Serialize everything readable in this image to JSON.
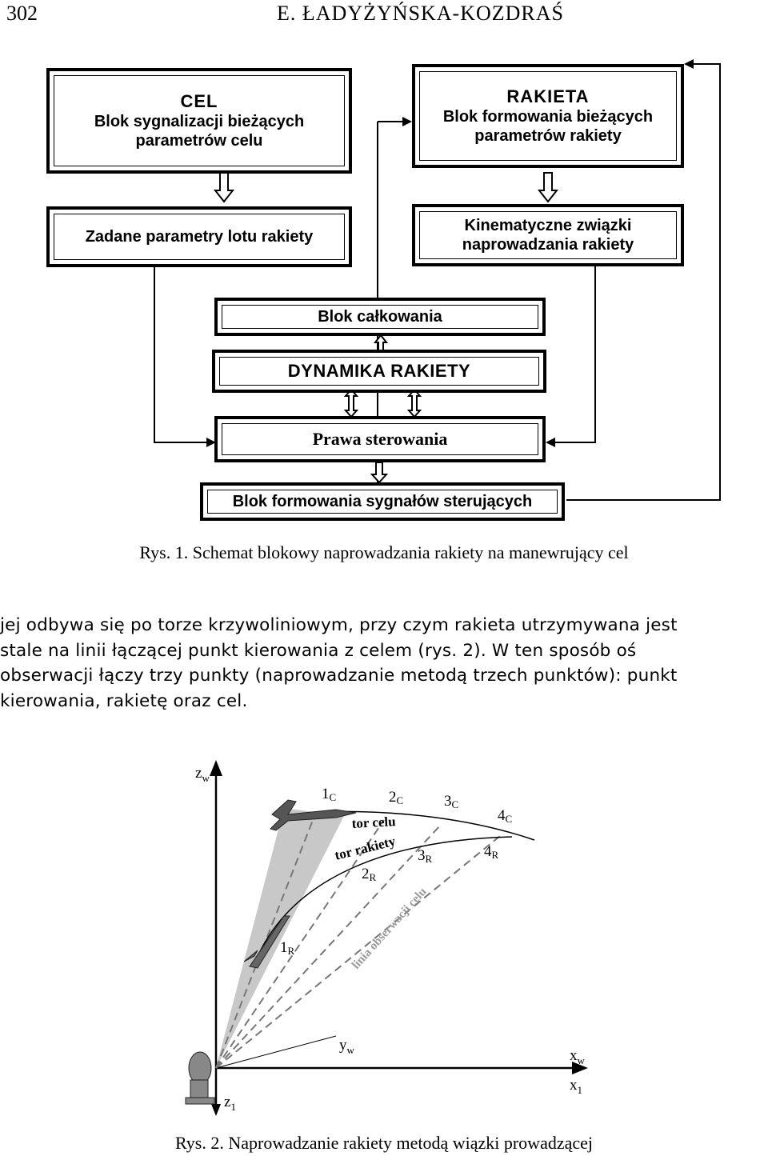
{
  "header": {
    "page_number": "302",
    "author": "E. ŁADYŻYŃSKA-KOZDRAŚ"
  },
  "figure1": {
    "box_cel_title": "CEL",
    "box_cel_l1": "Blok sygnalizacji bieżących",
    "box_cel_l2": "parametrów celu",
    "box_rakieta_title": "RAKIETA",
    "box_rakieta_l1": "Blok formowania bieżących",
    "box_rakieta_l2": "parametrów rakiety",
    "box_zadane": "Zadane parametry lotu rakiety",
    "box_kin_l1": "Kinematyczne związki",
    "box_kin_l2": "naprowadzania rakiety",
    "box_calk": "Blok całkowania",
    "box_dyn": "DYNAMIKA RAKIETY",
    "box_prawa": "Prawa sterowania",
    "box_sygn": "Blok formowania sygnałów sterujących",
    "caption": "Rys. 1. Schemat blokowy naprowadzania rakiety na manewrujący cel"
  },
  "paragraph": {
    "line1": "jej odbywa się po torze krzywoliniowym, przy czym rakieta utrzymywana jest",
    "line2": "stale na linii łączącej punkt kierowania z celem (rys. 2). W ten sposób oś",
    "line3": "obserwacji łączy trzy punkty (naprowadzanie metodą trzech punktów): punkt",
    "line4": "kierowania, rakietę oraz cel."
  },
  "figure2": {
    "zw": "z",
    "zw_sub": "w",
    "xw": "x",
    "xw_sub": "w",
    "yw": "y",
    "yw_sub": "w",
    "x1": "x",
    "x1_sub": "1",
    "z1": "z",
    "z1_sub": "1",
    "c1": "1",
    "c2": "2",
    "c3": "3",
    "c4": "4",
    "c_sub": "C",
    "r1": "1",
    "r2": "2",
    "r3": "3",
    "r4": "4",
    "r_sub": "R",
    "tor_celu": "tor celu",
    "tor_rakiety": "tor rakiety",
    "linia": "linia obserwacji celu",
    "caption": "Rys. 2. Naprowadzanie rakiety metodą wiązki prowadzącej"
  }
}
